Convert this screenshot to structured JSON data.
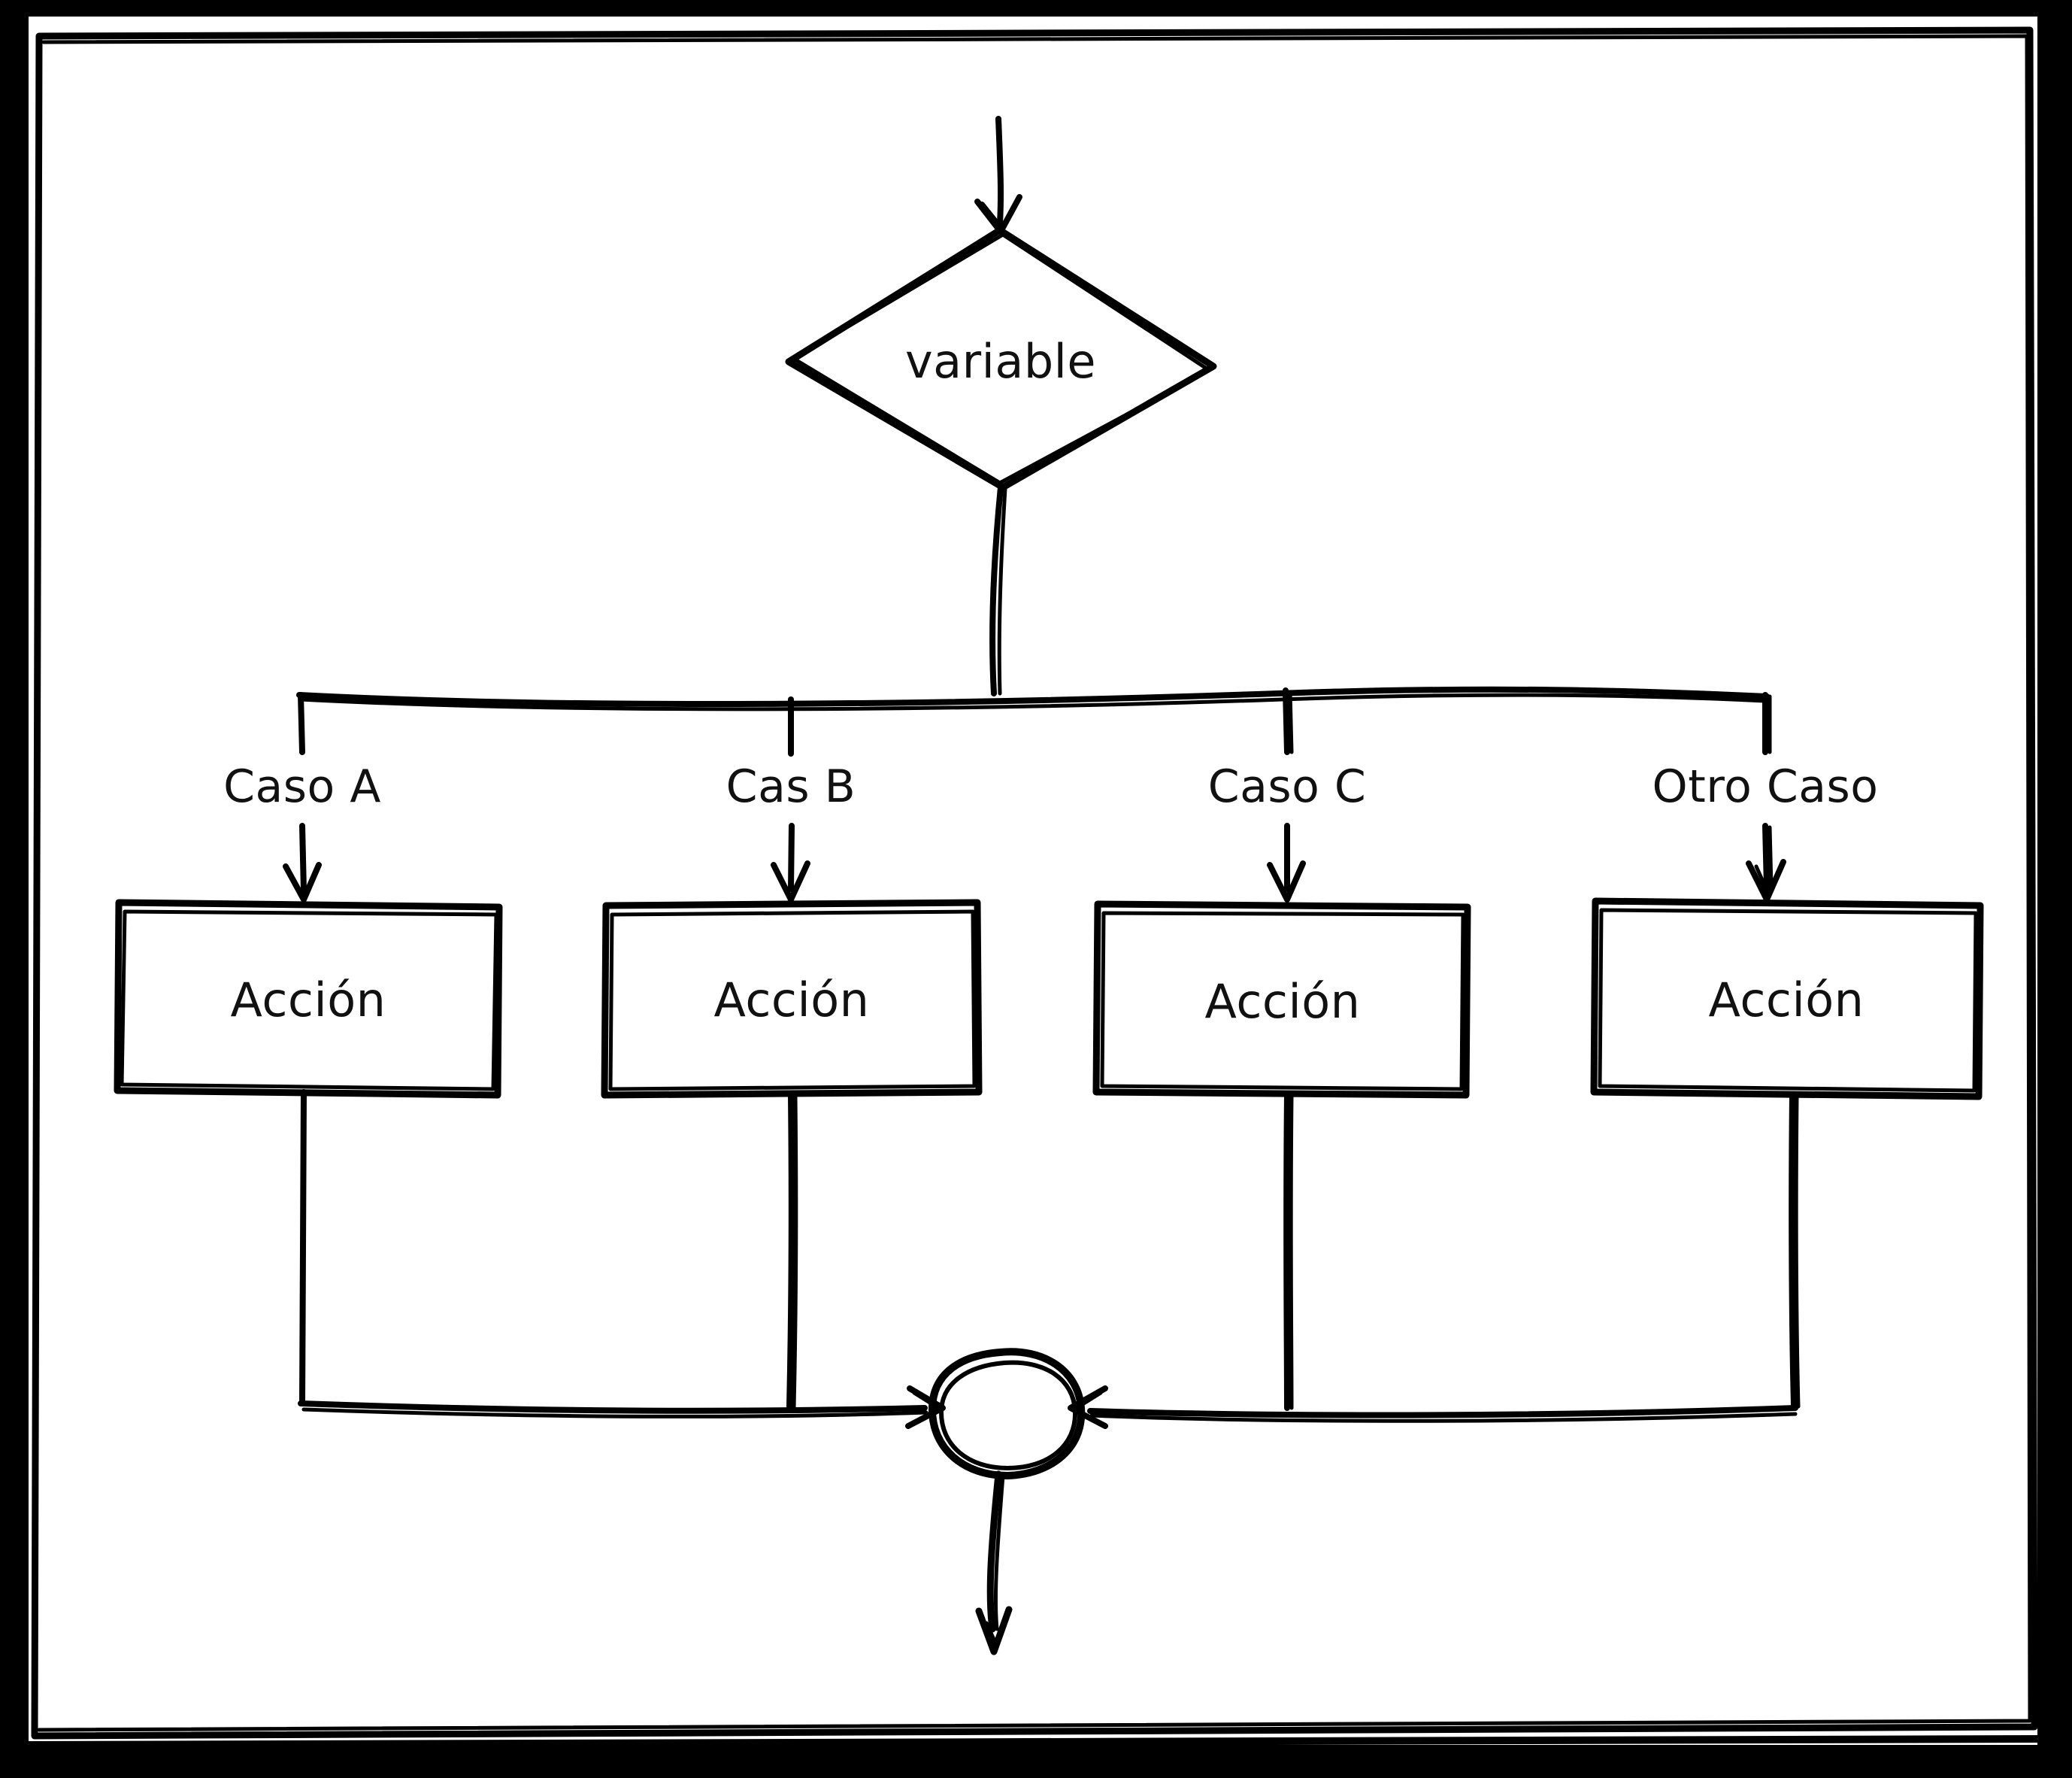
{
  "diagram": {
    "kind": "flowchart",
    "notation": "hand-drawn sketch",
    "language": "es",
    "background_color": "#000000",
    "paper_color": "#ffffff",
    "stroke_color": "#000000",
    "text_color": "#111111",
    "decision": {
      "shape": "diamond",
      "label": "variable"
    },
    "branches": [
      {
        "label": "Caso A",
        "action": "Acción"
      },
      {
        "label": "Cas B",
        "action": "Acción"
      },
      {
        "label": "Caso C",
        "action": "Acción"
      },
      {
        "label": "Otro Caso",
        "action": "Acción"
      }
    ],
    "merge": {
      "shape": "circle",
      "label": ""
    },
    "entry_arrow": "arrow-down-into-decision",
    "exit_arrow": "arrow-down-out-of-merge"
  }
}
